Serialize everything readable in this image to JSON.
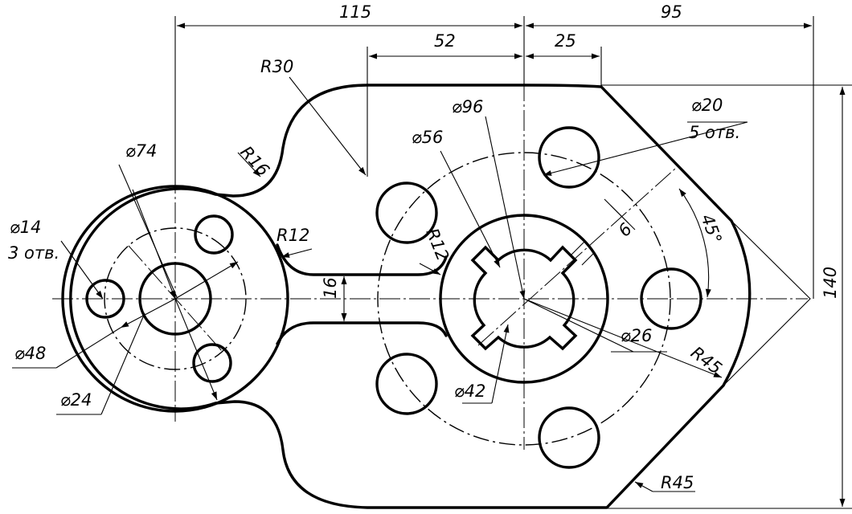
{
  "dimensions": {
    "d115": "115",
    "d95": "95",
    "d52": "52",
    "d25": "25",
    "r30": "R30",
    "r16": "R16",
    "r12a": "R12",
    "r12b": "R12",
    "r45a": "R45",
    "r45b": "R45",
    "dia74": "⌀74",
    "dia96": "⌀96",
    "dia56": "⌀56",
    "dia20": "⌀20",
    "holes5": "5 отв.",
    "dia14": "⌀14",
    "holes3": "3 отв.",
    "dia48": "⌀48",
    "dia24": "⌀24",
    "dia26": "⌀26",
    "dia42": "⌀42",
    "d16": "16",
    "d6": "6",
    "angle45": "45°",
    "d140": "140"
  }
}
